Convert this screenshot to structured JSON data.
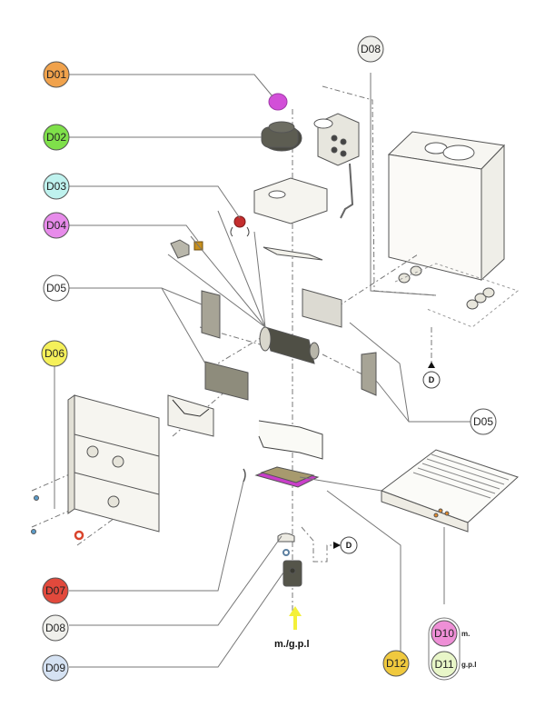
{
  "title": "Exploded parts diagram - boiler",
  "callouts": [
    {
      "id": "D01",
      "color": "#f0a24c"
    },
    {
      "id": "D02",
      "color": "#7fe04a"
    },
    {
      "id": "D03",
      "color": "#bff2ee"
    },
    {
      "id": "D04",
      "color": "#e78bea"
    },
    {
      "id": "D05",
      "color": "#ffffff"
    },
    {
      "id": "D06",
      "color": "#f5f05a"
    },
    {
      "id": "D07",
      "color": "#e2493c"
    },
    {
      "id": "D08",
      "color": "#f0f0ec"
    },
    {
      "id": "D09",
      "color": "#d5e2f3"
    },
    {
      "id": "D05",
      "color": "#ffffff"
    },
    {
      "id": "D08",
      "color": "#f0f0ec"
    },
    {
      "id": "D10",
      "color": "#ee8fd6"
    },
    {
      "id": "D11",
      "color": "#e8f6c8"
    },
    {
      "id": "D12",
      "color": "#f0c93e"
    }
  ],
  "variant_labels": {
    "d10": "m.",
    "d11": "g.p.l"
  },
  "gas_inlet_label": "m./g.p.l",
  "reference_marker": "D",
  "part_colors": {
    "fan_cap": "#d24fd8",
    "burner_plate": "#c93fc9",
    "electrode": "#c42e2e",
    "sensor": "#c8901c",
    "inlet_arrow": "#f4f03a",
    "seal_red": "#d9442c",
    "screw_blue": "#5c9cc9",
    "part_grey": "#8c8a7a"
  }
}
